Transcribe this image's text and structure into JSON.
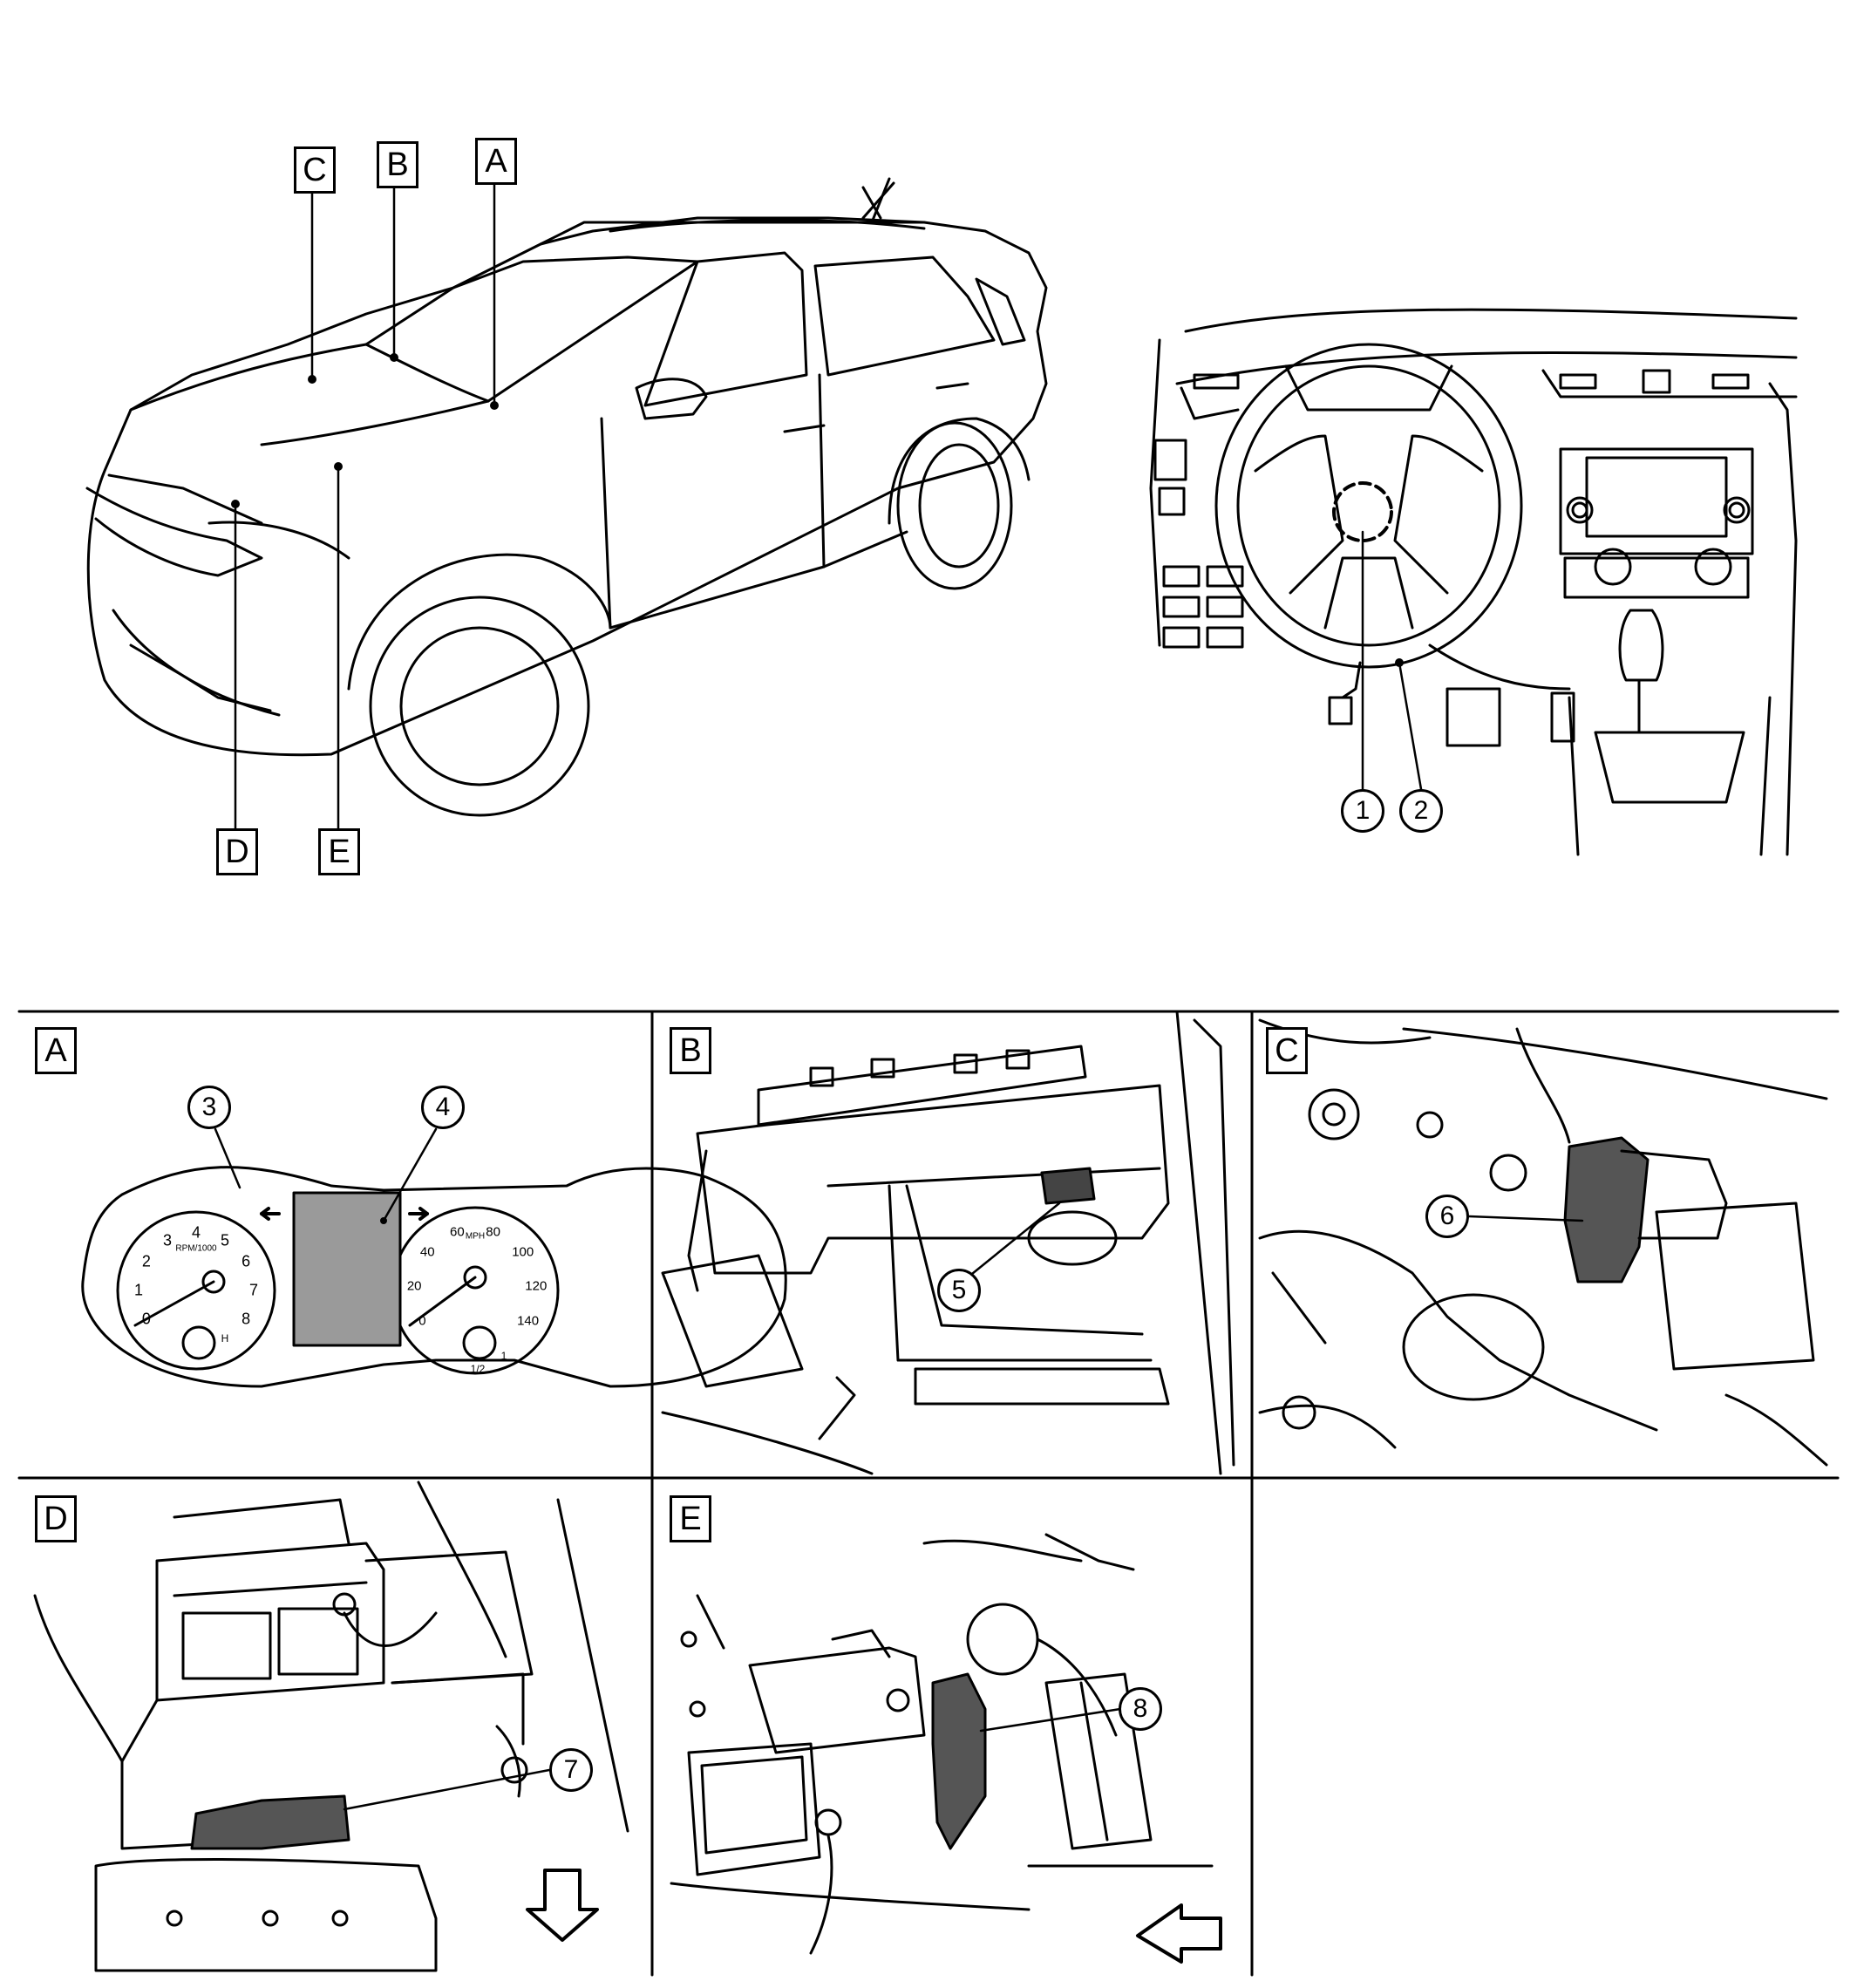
{
  "locations": [
    "A",
    "B",
    "C",
    "D",
    "E"
  ],
  "components": [
    "1",
    "2",
    "3",
    "4",
    "5",
    "6",
    "7",
    "8"
  ],
  "panels": [
    {
      "label": "A"
    },
    {
      "label": "B"
    },
    {
      "label": "C"
    },
    {
      "label": "D"
    },
    {
      "label": "E"
    }
  ],
  "gauges": {
    "tach_unit": "RPM/1000",
    "tach_ticks": [
      "0",
      "1",
      "2",
      "3",
      "4",
      "5",
      "6",
      "7",
      "8"
    ],
    "speedo_unit": "MPH",
    "speedo_ticks": [
      "0",
      "20",
      "40",
      "60",
      "80",
      "100",
      "120",
      "140"
    ],
    "temp_hot": "H",
    "fuel_half": "1/2",
    "fuel_full": "1"
  }
}
